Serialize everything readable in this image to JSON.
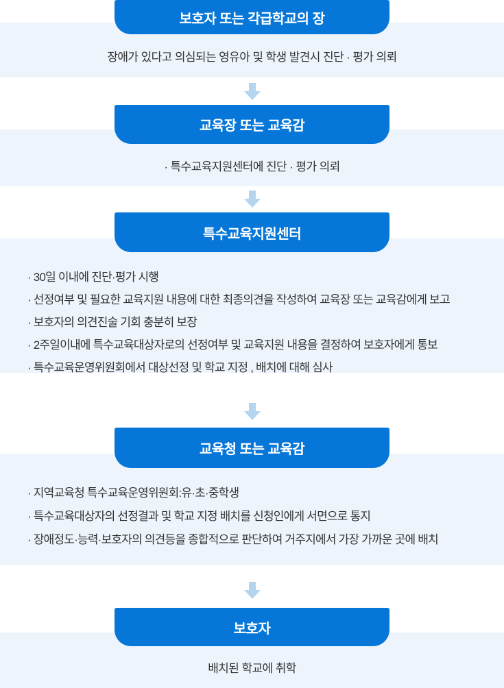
{
  "colors": {
    "banner_blue": "#0677d8",
    "band_light_blue": "#edf4fc",
    "arrow_light_blue": "#b5d4ee",
    "body_text": "#333333",
    "banner_text": "#ffffff"
  },
  "flow": {
    "steps": [
      {
        "title": "보호자 또는 각급학교의 장",
        "description": "장애가 있다고 의심되는 영유아 및 학생 발견시 진단 · 평가 의뢰"
      },
      {
        "title": "교육장 또는 교육감",
        "description": "· 특수교육지원센터에 진단 · 평가 의뢰"
      },
      {
        "title": "특수교육지원센터",
        "bullets": [
          "· 30일 이내에 진단·평가 시행",
          "· 선정여부 및 필요한 교육지원 내용에 대한 최종의견을 작성하여 교육장 또는 교육감에게 보고",
          "· 보호자의 의견진술 기회 충분히 보장",
          "· 2주일이내에 특수교육대상자로의 선정여부 및 교육지원 내용을 결정하여 보호자에게 통보",
          "· 특수교육운영위원회에서 대상선정 및 학교 지정 , 배치에 대해 심사"
        ]
      },
      {
        "title": "교육청 또는 교육감",
        "bullets": [
          "· 지역교육청 특수교육운영위원회:유·초·중학생",
          "· 특수교육대상자의 선정결과 및 학교 지정 배치를 신청인에게 서면으로 통지",
          "· 장애정도·능력·보호자의 의견등을 종합적으로 판단하여 거주지에서 가장 가까운 곳에 배치"
        ]
      },
      {
        "title": "보호자",
        "description": "배치된 학교에 취학"
      }
    ]
  }
}
